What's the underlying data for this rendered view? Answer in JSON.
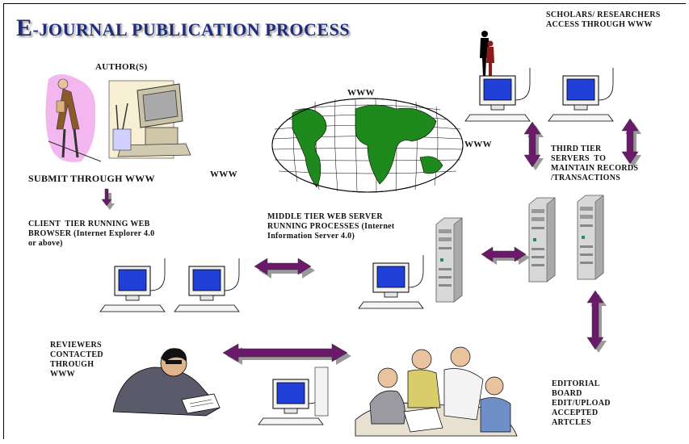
{
  "title": {
    "first": "E",
    "rest": "-JOURNAL PUBLICATION PROCESS"
  },
  "labels": {
    "authors": "AUTHOR(S)",
    "submit": "SUBMIT THROUGH WWW",
    "www_left": "WWW",
    "www_top": "WWW",
    "www_right": "WWW",
    "scholars": "SCHOLARS/ RESEARCHERS\nACCESS THROUGH WWW",
    "client_tier": "CLIENT  TIER RUNNING WEB\nBROWSER (Internet Explorer 4.0\nor above)",
    "middle_tier": "MIDDLE TIER WEB SERVER\nRUNNING PROCESSES (Internet\nInformation Server 4.0)",
    "third_tier": "THIRD TIER\nSERVERS  TO\nMAINTAIN RECORDS\n/TRANSACTIONS",
    "reviewers": "REVIEWERS\nCONTACTED\nTHROUGH\nWWW",
    "editorial": "EDITORIAL\nBOARD\nEDIT/UPLOAD\nACCEPTED\nARTCLES"
  },
  "colors": {
    "title": "#1f2c7a",
    "arrow": "#6b1a6b",
    "screen": "#1f3fd6",
    "land": "#1e8a1e"
  },
  "icons": [
    "author-figure-icon",
    "computer-tools-icon",
    "globe-icon",
    "computer-icon",
    "server-tower-icon",
    "reviewer-figure-icon",
    "team-meeting-icon",
    "scholars-figure-icon"
  ]
}
